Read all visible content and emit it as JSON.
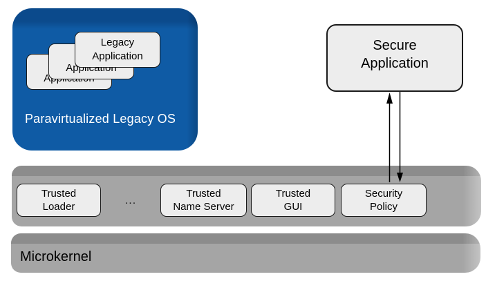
{
  "colors": {
    "canvas-bg": "#ffffff",
    "blue-face": "#0f5ba5",
    "blue-bevel": "#0b4a8c",
    "gray-face": "#a5a5a5",
    "gray-bevel": "#8c8c8c",
    "node-fill": "#ededed",
    "node-border": "#1a1a1a",
    "os-label-color": "#ffffff",
    "arrow-color": "#000000"
  },
  "legacy_os": {
    "label": "Paravirtualized Legacy OS",
    "stack": [
      {
        "label": "Legacy\nApplication"
      },
      {
        "label": "Legacy\nApplication"
      },
      {
        "label": "Legacy\nApplication"
      }
    ]
  },
  "secure_app": {
    "label": "Secure\nApplication"
  },
  "services_bar": {
    "ellipsis": "...",
    "items": [
      {
        "label": "Trusted\nLoader"
      },
      {
        "label": "Trusted\nName Server"
      },
      {
        "label": "Trusted\nGUI"
      },
      {
        "label": "Security\nPolicy"
      }
    ]
  },
  "microkernel": {
    "label": "Microkernel"
  }
}
